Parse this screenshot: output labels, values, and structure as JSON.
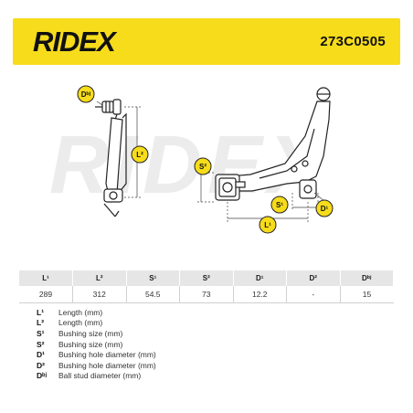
{
  "brand": {
    "logo_text": "RIDEX",
    "accent_color": "#f6dc1b"
  },
  "part_number": "273C0505",
  "drawing": {
    "watermark": "RIDEX",
    "labels": {
      "dbj": "Dᵇʲ",
      "l2": "L²",
      "s2": "S²",
      "s1": "S¹",
      "d1": "D¹",
      "l1": "L¹"
    }
  },
  "specs": {
    "headers": [
      "L¹",
      "L²",
      "S¹",
      "S²",
      "D¹",
      "D²",
      "Dᵇʲ"
    ],
    "values": [
      "289",
      "312",
      "54.5",
      "73",
      "12.2",
      "-",
      "15"
    ]
  },
  "legend": [
    {
      "symbol": "L¹",
      "desc": "Length (mm)"
    },
    {
      "symbol": "L²",
      "desc": "Length (mm)"
    },
    {
      "symbol": "S¹",
      "desc": "Bushing size (mm)"
    },
    {
      "symbol": "S²",
      "desc": "Bushing size (mm)"
    },
    {
      "symbol": "D¹",
      "desc": "Bushing hole diameter (mm)"
    },
    {
      "symbol": "D²",
      "desc": "Bushing hole diameter (mm)"
    },
    {
      "symbol": "Dᵇʲ",
      "desc": "Ball stud diameter (mm)"
    }
  ]
}
